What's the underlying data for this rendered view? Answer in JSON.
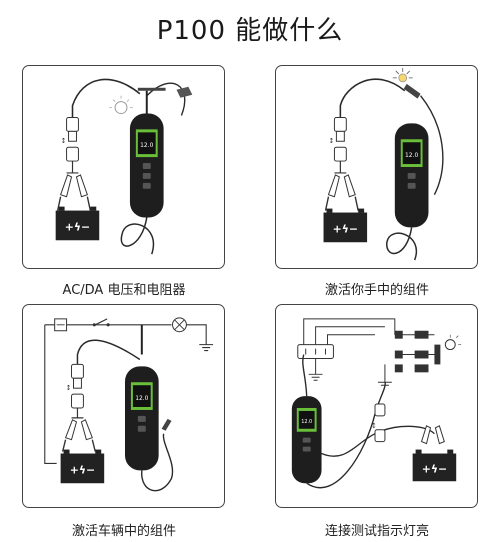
{
  "page": {
    "title": "P100 能做什么"
  },
  "panels": [
    {
      "caption": "AC/DA 电压和电阻器",
      "display": "12.0",
      "battery": "+ϟ−"
    },
    {
      "caption": "激活你手中的组件",
      "display": "12.0",
      "battery": "+ϟ−"
    },
    {
      "caption": "激活车辆中的组件",
      "display": "12.0",
      "battery": "+ϟ−"
    },
    {
      "caption": "连接测试指示灯亮",
      "display": "12.0",
      "battery": "+ϟ−"
    }
  ],
  "device": {
    "brand": "P100"
  },
  "icons": [
    "bulb-icon",
    "spark-icon",
    "ground-icon",
    "lamp-icon"
  ],
  "colors": {
    "border": "#444444",
    "cable": "#2a2a2a",
    "screen_green": "#6abf3a",
    "battery": "#222222"
  }
}
